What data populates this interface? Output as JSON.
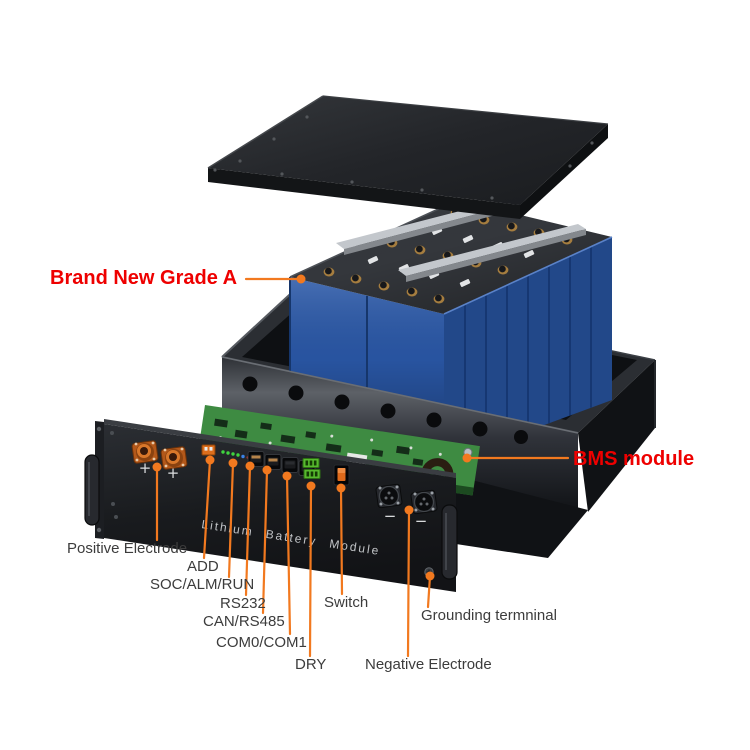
{
  "colors": {
    "background": "#ffffff",
    "callout_red": "#ee0000",
    "leader_orange": "#f2791f",
    "battery_blue": "#2a58a8",
    "pcb_green": "#3e8b42",
    "panel_black": "#101215",
    "label_gray": "#3c3c3c"
  },
  "callouts": {
    "brand": "Brand New Grade A",
    "bms": "BMS module"
  },
  "part_labels": {
    "positive": "Positive Electrode",
    "add": "ADD",
    "soc": "SOC/ALM/RUN",
    "rs232": "RS232",
    "can": "CAN/RS485",
    "com": "COM0/COM1",
    "dry": "DRY",
    "switch": "Switch",
    "negative": "Negative Electrode",
    "ground": "Grounding termninal"
  },
  "panel": {
    "text": "Lithium Battery Module",
    "plus": "+",
    "minus": "−"
  }
}
